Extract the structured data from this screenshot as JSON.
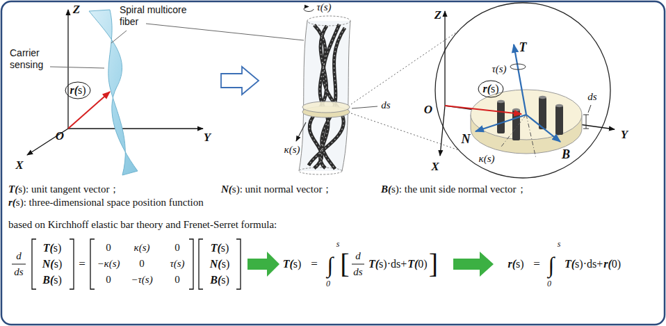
{
  "diagram": {
    "labels": [
      "Z",
      "Spiral multicore fiber",
      "Carrier sensing",
      "r(s)",
      "O",
      "Y",
      "X",
      "τ(s)",
      "ds",
      "κ(s)",
      "Z",
      "T",
      "τ(s)",
      "ds",
      "r(s)",
      "O",
      "Y",
      "N",
      "B",
      "X",
      "κ(s)",
      "T(s)",
      ": unit tangent vector；",
      "N(s)",
      ": unit normal vector；",
      "B(s)",
      ": the unit side normal vector；",
      "r(s)",
      ": three-dimensional space position function",
      "based on Kirchhoff elastic bar theory and Frenet-Serret formula:",
      "d",
      "ds",
      "T(s)",
      "N(s)",
      "B(s)",
      "=",
      "0",
      "κ(s)",
      "0",
      "−κ(s)",
      "0",
      "τ(s)",
      "0",
      "−τ(s)",
      "0",
      "T(s)",
      "N(s)",
      "B(s)",
      "T(s)",
      "=",
      "s",
      "∫",
      "0",
      "[",
      "d",
      "ds",
      "T(s)·ds+",
      "T(0)",
      "]",
      "r(s)",
      "=",
      "s",
      "∫",
      "0",
      "T(s)·ds+",
      "r(0)"
    ]
  }
}
